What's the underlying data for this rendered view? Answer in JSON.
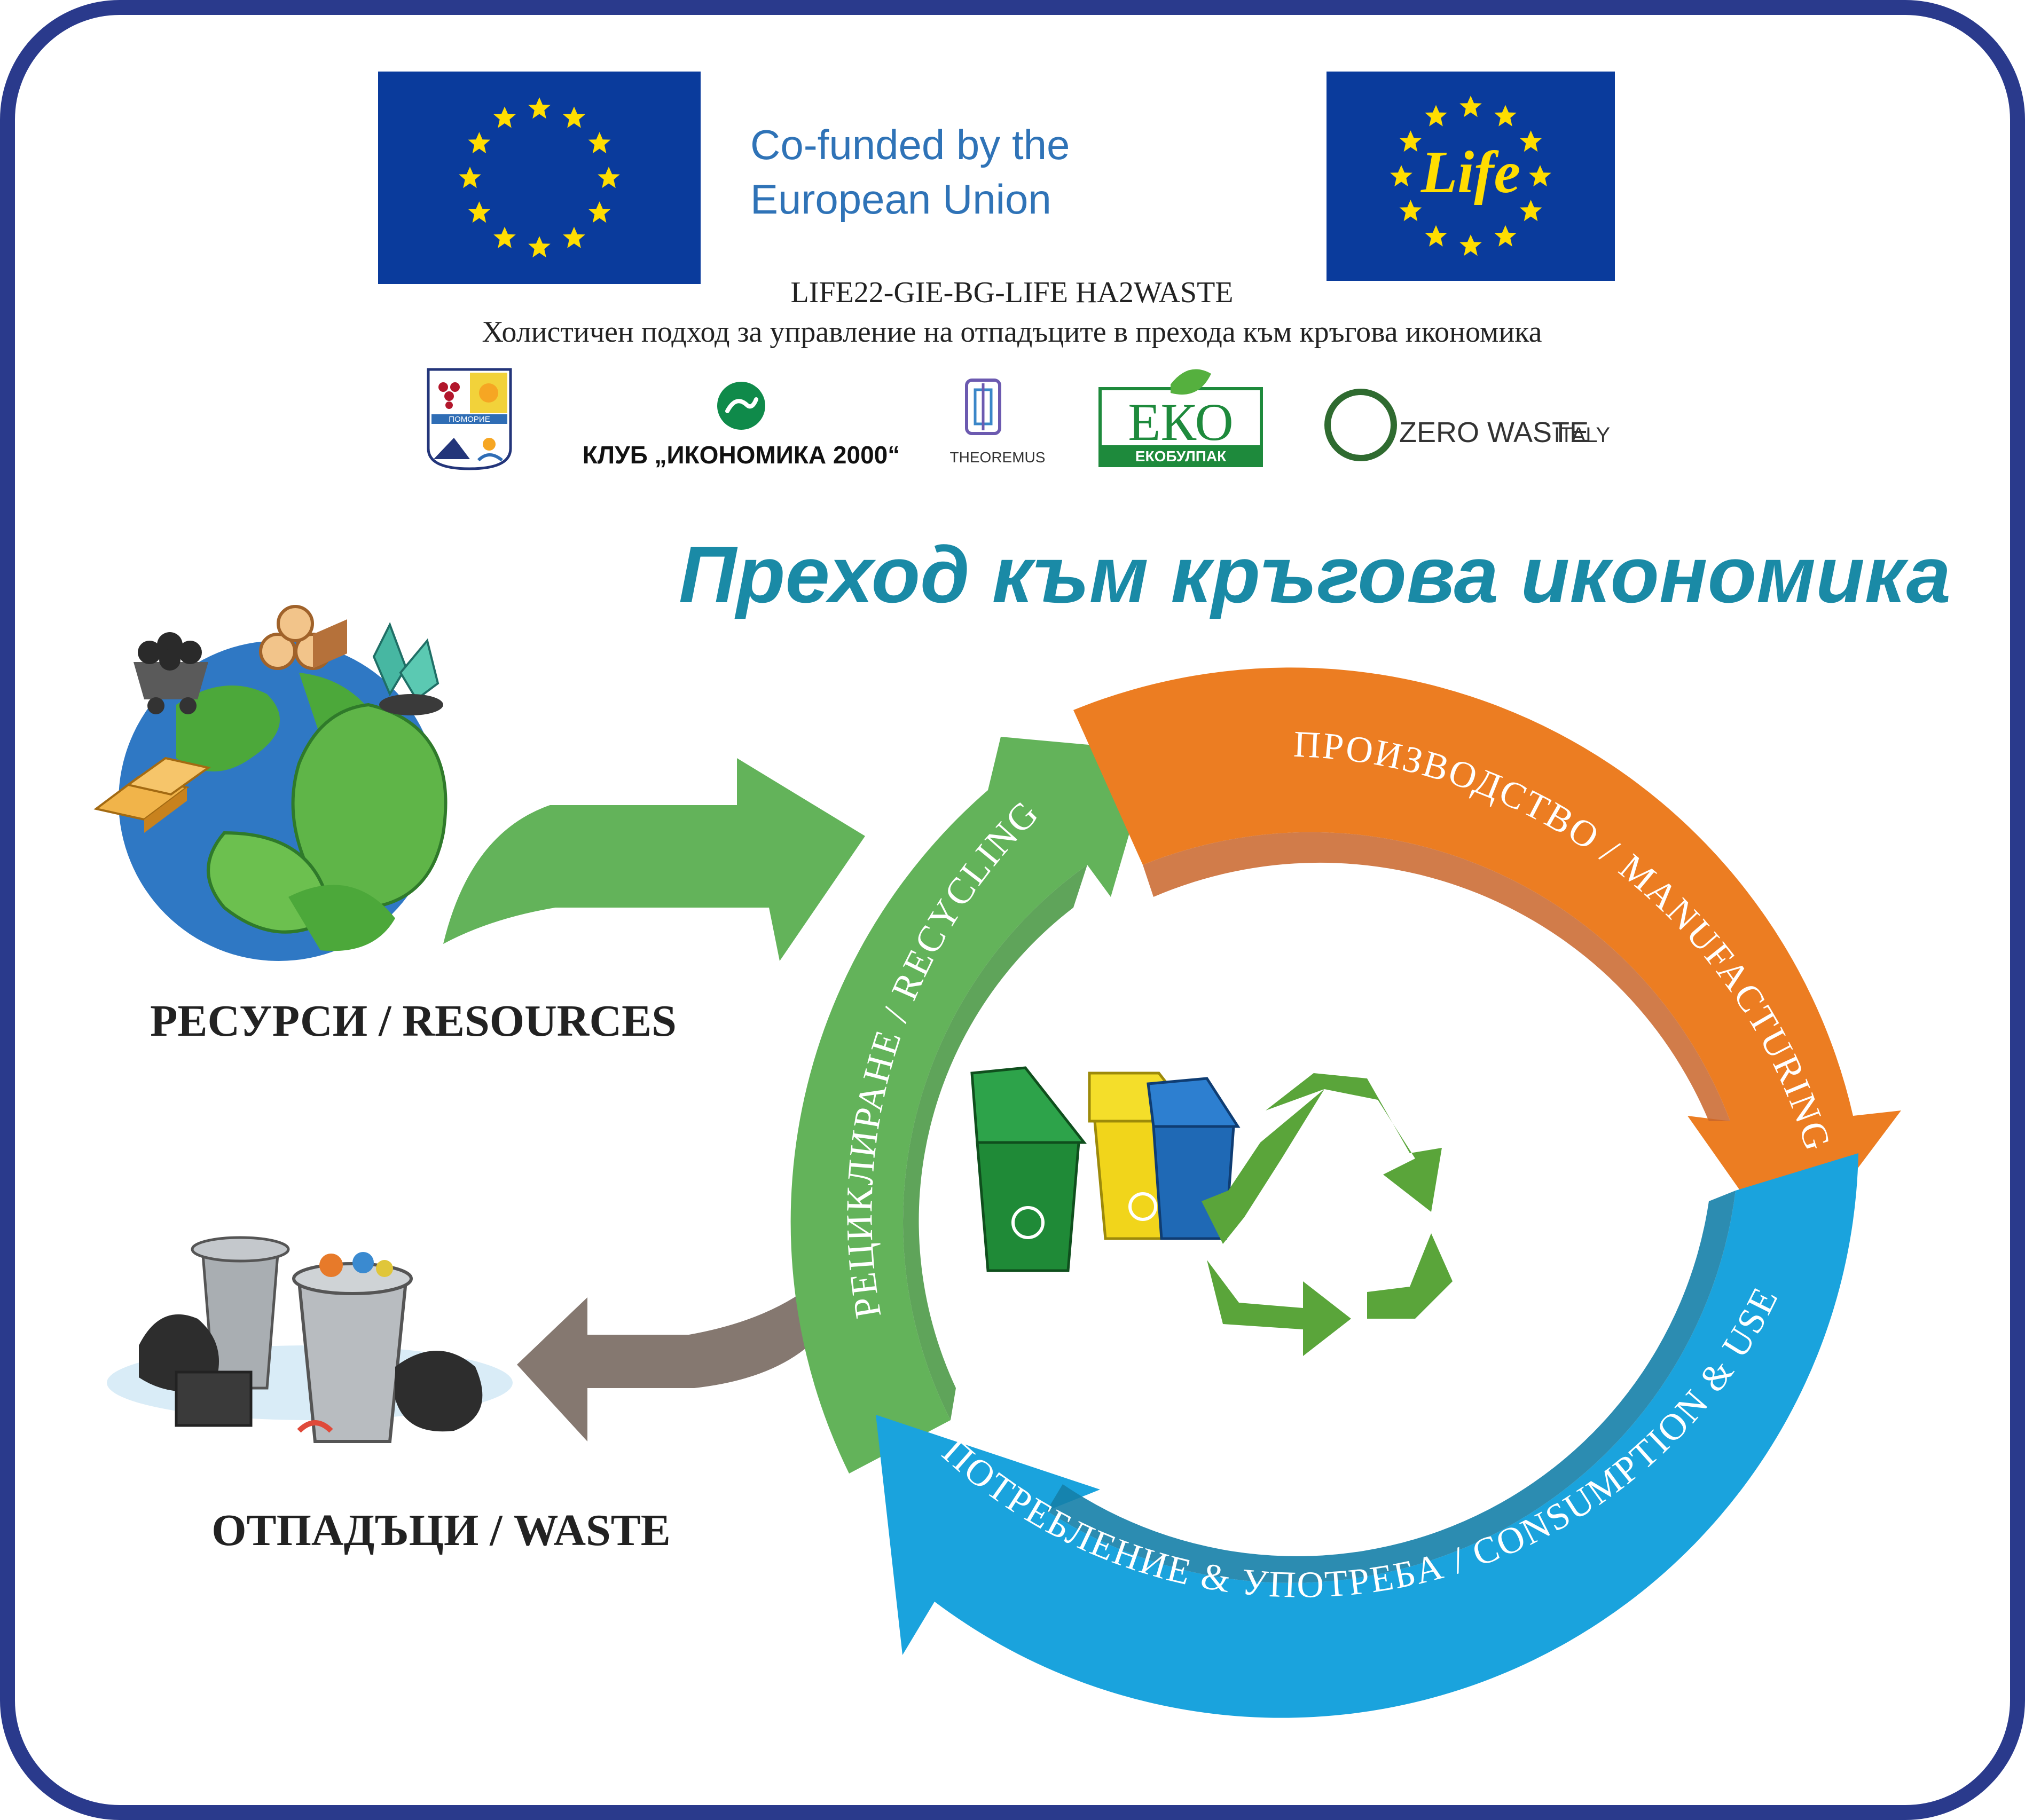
{
  "header": {
    "eu_funding_text_line1": "Co-funded by the",
    "eu_funding_text_line2": "European Union",
    "project_code": "LIFE22-GIE-BG-LIFE HA2WASTE",
    "project_subtitle": "Холистичен подход за управление на отпадъците в прехода към кръгова икономика",
    "life_logo_text": "Life",
    "eu_flag_color": "#0a3b9c",
    "eu_star_color": "#ffdd00"
  },
  "partners": {
    "pomorie_label": "ПОМОРИЕ",
    "club_name": "КЛУБ „ИКОНОМИКА 2000“",
    "theoremus_name": "THEOREMUS",
    "eko_main": "ЕКО",
    "eko_sub": "ЕКОБУЛПАК",
    "zerowaste_main": "ZERO WASTE",
    "zerowaste_sub": "ITALY"
  },
  "diagram": {
    "title": "Преход към кръгова икономика",
    "resources_label": "РЕСУРСИ / RESOURCES",
    "waste_label": "ОТПАДЪЦИ / WASTE",
    "stage_manufacturing": "ПРОИЗВОДСТВО / MANUFACTURING",
    "stage_consumption": "ПОТРЕБЛЕНИЕ & УПОТРЕБА / CONSUMPTION & USE",
    "stage_recycling": "РЕЦИКЛИРАНЕ / RECYCLING",
    "colors": {
      "title": "#1a8aa6",
      "border": "#2a3a8c",
      "manufacturing": "#ec7d22",
      "consumption": "#1aa3dd",
      "recycling": "#63b35a",
      "waste_arrow": "#857870",
      "recycle_symbol": "#5aa53a"
    }
  }
}
